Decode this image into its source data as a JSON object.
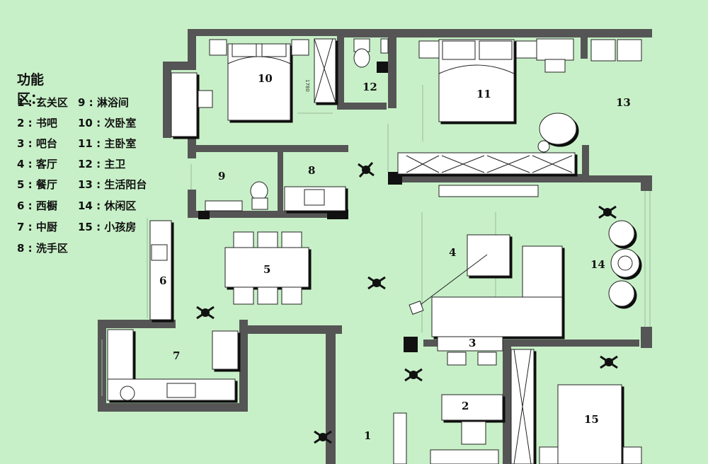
{
  "legend": {
    "title": "功能区：",
    "items": [
      {
        "num": "1",
        "label": "玄关区"
      },
      {
        "num": "2",
        "label": "书吧"
      },
      {
        "num": "3",
        "label": "吧台"
      },
      {
        "num": "4",
        "label": "客厅"
      },
      {
        "num": "5",
        "label": "餐厅"
      },
      {
        "num": "6",
        "label": "西橱"
      },
      {
        "num": "7",
        "label": "中厨"
      },
      {
        "num": "8",
        "label": "洗手区"
      },
      {
        "num": "9",
        "label": "淋浴间"
      },
      {
        "num": "10",
        "label": "次卧室"
      },
      {
        "num": "11",
        "label": "主卧室"
      },
      {
        "num": "12",
        "label": "主卫"
      },
      {
        "num": "13",
        "label": "生活阳台"
      },
      {
        "num": "14",
        "label": "休闲区"
      },
      {
        "num": "15",
        "label": "小孩房"
      }
    ]
  },
  "rooms": [
    "1",
    "2",
    "3",
    "4",
    "5",
    "6",
    "7",
    "8",
    "9",
    "10",
    "11",
    "12",
    "13",
    "14",
    "15"
  ],
  "dimension_note": "1780",
  "colors": {
    "background": "#c8f0c8",
    "wall": "#555555",
    "furniture": "#ffffff",
    "outline": "#222222",
    "shadow": "#111111"
  }
}
